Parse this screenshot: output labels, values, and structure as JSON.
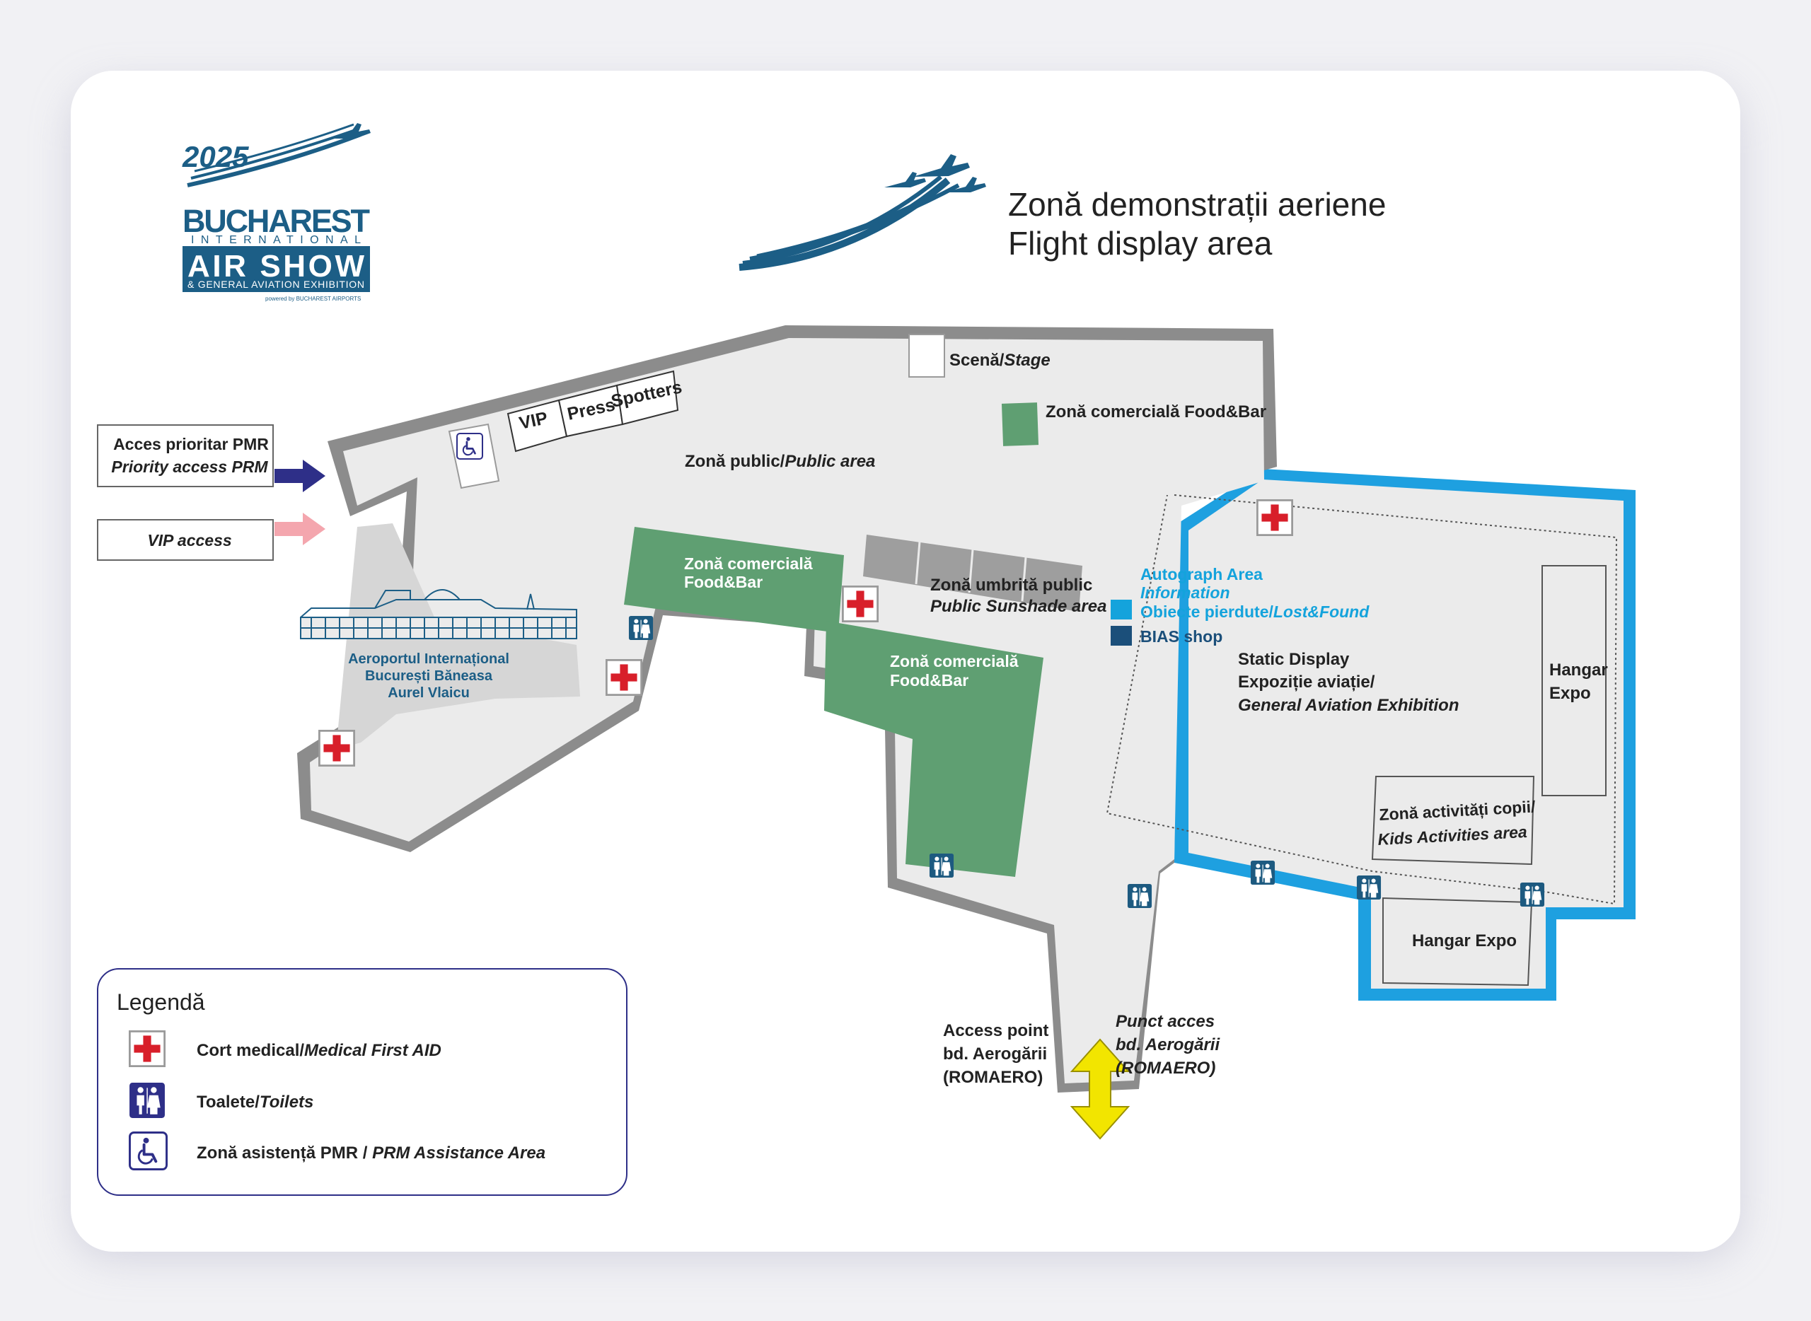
{
  "logo": {
    "year": "2025",
    "name": "BUCHAREST",
    "international": "INTERNATIONAL",
    "air_show": "AIR SHOW",
    "subtitle": "& GENERAL AVIATION EXHIBITION",
    "powered": "powered by BUCHAREST AIRPORTS"
  },
  "flight_display": {
    "title_ro": "Zonă demonstrații aeriene",
    "title_en": "Flight display area"
  },
  "access": {
    "pmr_ro": "Acces prioritar PMR",
    "pmr_en": "Priority access PRM",
    "vip": "VIP access"
  },
  "areas": {
    "vip": "VIP",
    "press": "Press",
    "spotters": "Spotters",
    "stage_ro": "Scenă/",
    "stage_en": "Stage",
    "food_top": "Zonă comercială Food&Bar",
    "public_ro": "Zonă public/",
    "public_en": "Public area",
    "food_left_1": "Zonă comercială",
    "food_left_2": "Food&Bar",
    "food_mid_1": "Zonă comercială",
    "food_mid_2": "Food&Bar",
    "shade_ro": "Zonă umbrită public",
    "shade_en": "Public Sunshade area",
    "autograph": "Autograph Area",
    "information": "Information",
    "lost_ro": "Obiecte pierdute/",
    "lost_en": "Lost&Found",
    "bias": "BIAS shop",
    "static_1": "Static Display",
    "static_2": "Expoziție aviație/",
    "static_3": "General Aviation Exhibition",
    "hangar_right_1": "Hangar",
    "hangar_right_2": "Expo",
    "kids_ro": "Zonă activități copii/",
    "kids_en": "Kids Activities area",
    "hangar_bottom": "Hangar Expo",
    "airport_1": "Aeroportul Internațional",
    "airport_2": "București Băneasa",
    "airport_3": "Aurel Vlaicu"
  },
  "access_point": {
    "en_1": "Access point",
    "en_2": "bd. Aerogării",
    "en_3": "(ROMAERO)",
    "ro_1": "Punct acces",
    "ro_2": "bd. Aerogării",
    "ro_3": "(ROMAERO)"
  },
  "legend": {
    "title": "Legendă",
    "medical_ro": "Cort medical/",
    "medical_en": "Medical First AID",
    "toilets_ro": "Toalete/",
    "toilets_en": "Toilets",
    "pmr_ro": "Zonă asistență PMR / ",
    "pmr_en": "PRM Assistance Area"
  },
  "icons": [
    "medical-cross-icon",
    "toilet-icon",
    "wheelchair-icon",
    "arrow-icon",
    "plane-icon"
  ],
  "colors": {
    "wall": "#8c8c8c",
    "ground": "#ebebeb",
    "food_green": "#5f9f72",
    "blue_border": "#1ea0e0",
    "navy": "#1b4f7a",
    "medical_red": "#d81f2a",
    "pmr_arrow": "#2e2f88",
    "vip_arrow": "#f4a6ae",
    "exit_arrow": "#f2e500",
    "info_text": "#14a3dc"
  }
}
